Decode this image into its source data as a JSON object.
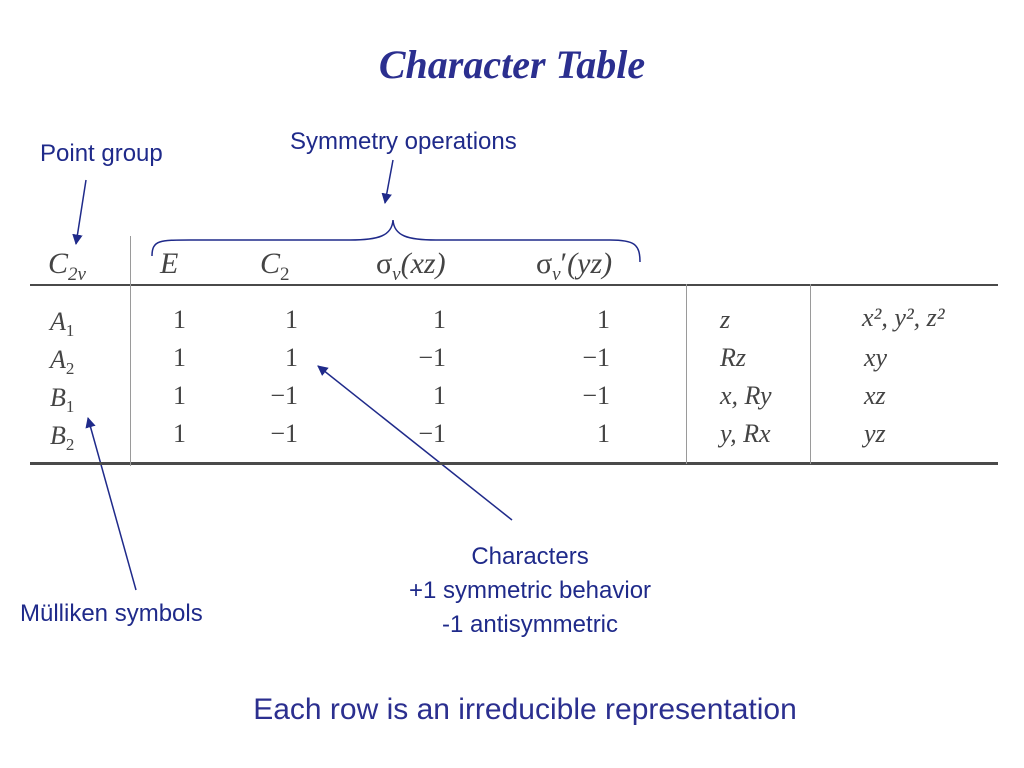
{
  "slide": {
    "title": "Character Table",
    "caption": "Each row is an irreducible representation"
  },
  "annotations": {
    "point_group": "Point group",
    "symmetry_operations": "Symmetry operations",
    "mulliken": "Mülliken symbols",
    "characters": [
      "Characters",
      "+1 symmetric behavior",
      "-1 antisymmetric"
    ]
  },
  "table": {
    "header": {
      "group": {
        "base": "C",
        "sub": "2v"
      },
      "ops": [
        {
          "base": "E",
          "sub": "",
          "arg": ""
        },
        {
          "base": "C",
          "sub": "2",
          "arg": ""
        },
        {
          "base": "σ",
          "sub": "v",
          "arg": "(xz)"
        },
        {
          "base": "σ",
          "sub": "v",
          "prime": "′",
          "arg": "(yz)"
        }
      ]
    },
    "rows": [
      {
        "symbol": "A",
        "sub": "1",
        "chars": [
          "1",
          "1",
          "1",
          "1"
        ],
        "linear": "z",
        "quadratic": "x², y², z²"
      },
      {
        "symbol": "A",
        "sub": "2",
        "chars": [
          "1",
          "1",
          "−1",
          "−1"
        ],
        "linear": "Rz",
        "quadratic": "xy"
      },
      {
        "symbol": "B",
        "sub": "1",
        "chars": [
          "1",
          "−1",
          "1",
          "−1"
        ],
        "linear": "x, Ry",
        "quadratic": "xz"
      },
      {
        "symbol": "B",
        "sub": "2",
        "chars": [
          "1",
          "−1",
          "−1",
          "1"
        ],
        "linear": "y, Rx",
        "quadratic": "yz"
      }
    ]
  }
}
